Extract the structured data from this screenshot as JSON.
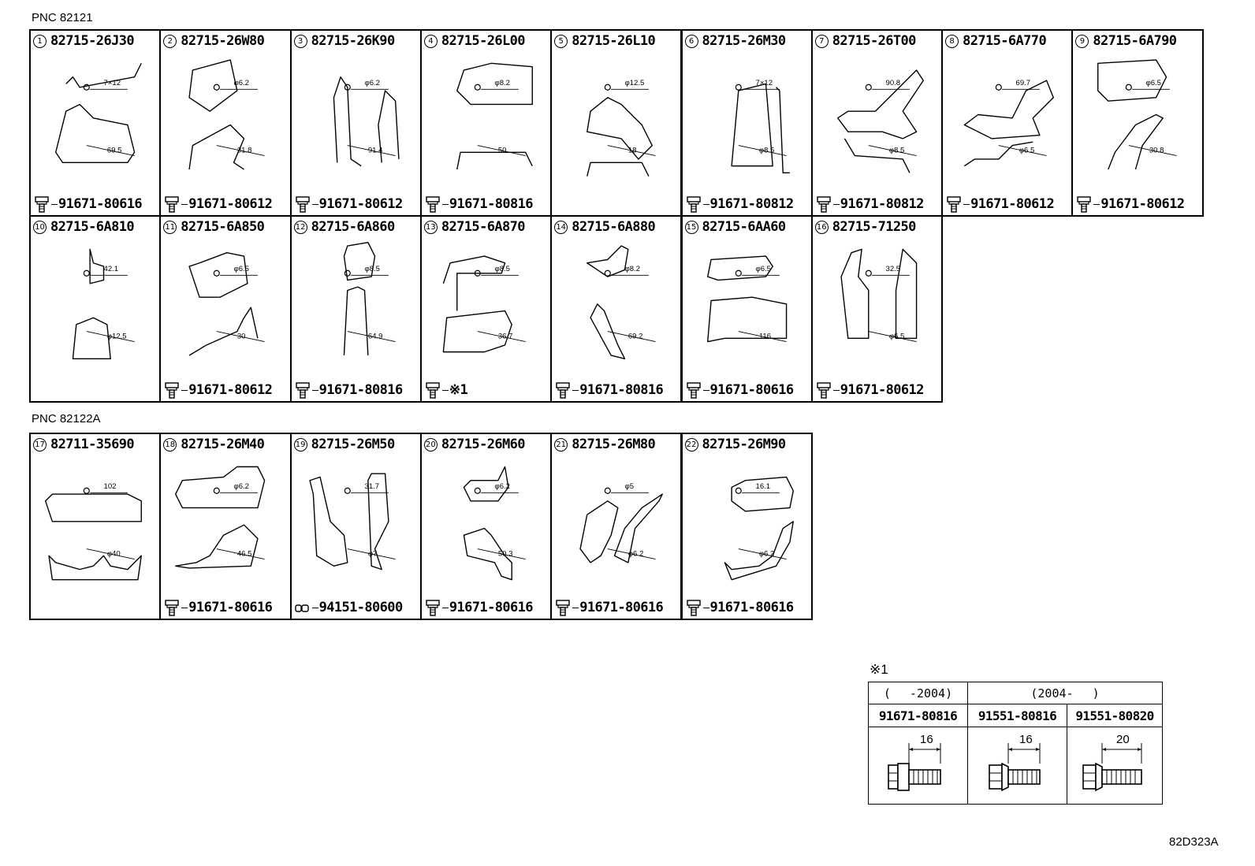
{
  "sections": [
    {
      "title": "PNC 82121",
      "cells": [
        {
          "num": "1",
          "part": "82715-26J30",
          "bolt": "91671-80616",
          "dims": [
            "7×12",
            "69.5"
          ]
        },
        {
          "num": "2",
          "part": "82715-26W80",
          "bolt": "91671-80612",
          "dims": [
            "φ6.2",
            "31.8"
          ]
        },
        {
          "num": "3",
          "part": "82715-26K90",
          "bolt": "91671-80612",
          "dims": [
            "φ6.2",
            "91.4"
          ]
        },
        {
          "num": "4",
          "part": "82715-26L00",
          "bolt": "91671-80816",
          "dims": [
            "φ8.2",
            "50"
          ]
        },
        {
          "num": "5",
          "part": "82715-26L10",
          "bolt": "",
          "dims": [
            "φ12.5",
            "18"
          ]
        },
        {
          "num": "6",
          "part": "82715-26M30",
          "bolt": "91671-80812",
          "dims": [
            "7×12",
            "φ8.5"
          ]
        },
        {
          "num": "7",
          "part": "82715-26T00",
          "bolt": "91671-80812",
          "dims": [
            "90.8",
            "φ8.5"
          ]
        },
        {
          "num": "8",
          "part": "82715-6A770",
          "bolt": "91671-80612",
          "dims": [
            "69.7",
            "φ6.5"
          ]
        },
        {
          "num": "9",
          "part": "82715-6A790",
          "bolt": "91671-80612",
          "dims": [
            "φ6.5",
            "30.8"
          ]
        },
        {
          "num": "10",
          "part": "82715-6A810",
          "bolt": "",
          "dims": [
            "42.1",
            "φ12.5"
          ]
        },
        {
          "num": "11",
          "part": "82715-6A850",
          "bolt": "91671-80612",
          "dims": [
            "φ6.5",
            "30"
          ]
        },
        {
          "num": "12",
          "part": "82715-6A860",
          "bolt": "91671-80816",
          "dims": [
            "φ8.5",
            "64.9"
          ]
        },
        {
          "num": "13",
          "part": "82715-6A870",
          "bolt": "※1",
          "dims": [
            "φ8.5",
            "36.7"
          ]
        },
        {
          "num": "14",
          "part": "82715-6A880",
          "bolt": "91671-80816",
          "dims": [
            "φ8.2",
            "69.2"
          ]
        },
        {
          "num": "15",
          "part": "82715-6AA60",
          "bolt": "91671-80616",
          "dims": [
            "φ6.5",
            "116"
          ]
        },
        {
          "num": "16",
          "part": "82715-71250",
          "bolt": "91671-80612",
          "dims": [
            "32.5",
            "φ6.5"
          ]
        }
      ]
    },
    {
      "title": "PNC 82122A",
      "cells": [
        {
          "num": "17",
          "part": "82711-35690",
          "bolt": "",
          "dims": [
            "102",
            "φ40"
          ]
        },
        {
          "num": "18",
          "part": "82715-26M40",
          "bolt": "91671-80616",
          "dims": [
            "φ6.2",
            "46.5"
          ]
        },
        {
          "num": "19",
          "part": "82715-26M50",
          "bolt": "94151-80600",
          "dims": [
            "31.7",
            "φ7"
          ]
        },
        {
          "num": "20",
          "part": "82715-26M60",
          "bolt": "91671-80616",
          "dims": [
            "φ6.2",
            "50.3"
          ]
        },
        {
          "num": "21",
          "part": "82715-26M80",
          "bolt": "91671-80616",
          "dims": [
            "φ5",
            "φ6.2"
          ]
        },
        {
          "num": "22",
          "part": "82715-26M90",
          "bolt": "91671-80616",
          "dims": [
            "16.1",
            "φ6.2"
          ]
        }
      ]
    }
  ],
  "note": {
    "mark": "※1",
    "headers": [
      "(　 -2004)",
      "(2004-　 )"
    ],
    "parts": [
      "91671-80816",
      "91551-80816",
      "91551-80820"
    ],
    "lengths": [
      "16",
      "16",
      "20"
    ]
  },
  "diagram_code": "82D323A"
}
